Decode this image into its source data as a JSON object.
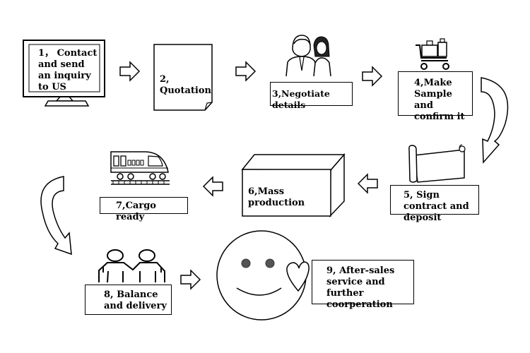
{
  "steps": [
    {
      "label": "1， Contact and send an inquiry to US"
    },
    {
      "label": "2, Quotation"
    },
    {
      "label": "3,Negotiate details"
    },
    {
      "label": "4,Make Sample and confirm it"
    },
    {
      "label": "5, Sign contract and deposit"
    },
    {
      "label": "6,Mass production"
    },
    {
      "label": "7,Cargo ready"
    },
    {
      "label": "8, Balance and delivery"
    },
    {
      "label": "9, After-sales service and further coorperation"
    }
  ],
  "icons": [
    "monitor-icon",
    "document-icon",
    "people-icon",
    "luggage-cart-icon",
    "scroll-icon",
    "box-icon",
    "train-icon",
    "handshake-people-icon",
    "smiley-face-icon",
    "heart-icon",
    "arrow-right-icon",
    "arrow-left-icon",
    "curved-arrow-icon"
  ],
  "colors": {
    "line": "#000000",
    "background": "#ffffff"
  }
}
